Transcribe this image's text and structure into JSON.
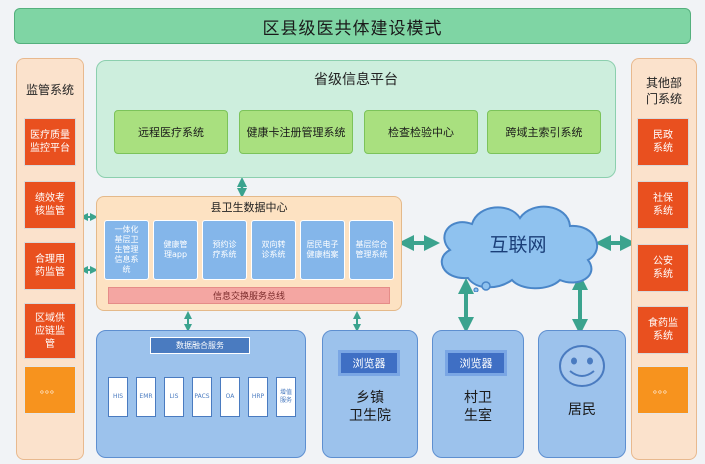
{
  "title": "区县级医共体建设模式",
  "supervision": {
    "title": "监管系统",
    "items": [
      "医疗质量\n监控平台",
      "绩效考\n核监管",
      "合理用\n药监管",
      "区域供\n应链监\n管",
      "。。。"
    ]
  },
  "other_depts": {
    "title": "其他部\n门系统",
    "items": [
      "民政\n系统",
      "社保\n系统",
      "公安\n系统",
      "食药监\n系统",
      "。。。"
    ]
  },
  "provincial": {
    "title": "省级信息平台",
    "items": [
      "远程医疗系统",
      "健康卡注册管理系统",
      "检查检验中心",
      "跨域主索引系统"
    ]
  },
  "county": {
    "title": "县卫生数据中心",
    "items": [
      "一体化\n基层卫\n生管理\n信息系\n统",
      "健康管\n理app",
      "预约诊\n疗系统",
      "双向转\n诊系统",
      "居民电子\n健康档案",
      "基层综合\n管理系统"
    ],
    "bus": "信息交换服务总线"
  },
  "internet": {
    "label": "互联网"
  },
  "data_fusion": {
    "title": "数据融合服务",
    "items": [
      "HIS",
      "EMR",
      "LIS",
      "PACS",
      "OA",
      "HRP",
      "增值\n服务"
    ]
  },
  "township": {
    "browser": "浏览器",
    "label": "乡镇\n卫生院"
  },
  "village": {
    "browser": "浏览器",
    "label": "村卫\n生室"
  },
  "resident": {
    "label": "居民"
  },
  "colors": {
    "title_green": "#7fd5a4",
    "arrow_teal": "#3ba38e",
    "cloud_blue": "#8fc2ef",
    "panel_blue": "#9cc2ec",
    "red": "#e9501f",
    "orange": "#f7931e"
  }
}
